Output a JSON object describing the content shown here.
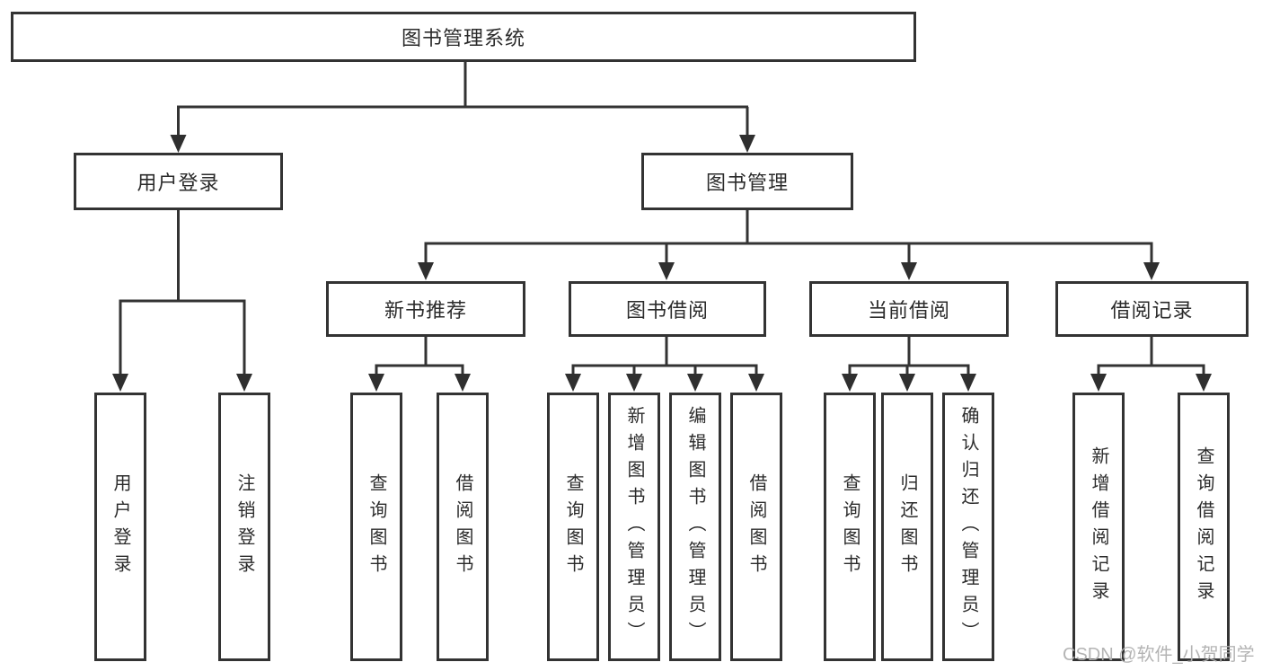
{
  "colors": {
    "line": "#333333",
    "box_border": "#333333",
    "text": "#2b2b2b",
    "watermark": "#b0b0b0"
  },
  "tree": {
    "root": {
      "label": "图书管理系统"
    },
    "branches": [
      {
        "label": "用户登录",
        "children": [
          {
            "label": "用户登录"
          },
          {
            "label": "注销登录"
          }
        ]
      },
      {
        "label": "图书管理",
        "children": [
          {
            "label": "新书推荐",
            "children": [
              {
                "label": "查询图书"
              },
              {
                "label": "借阅图书"
              }
            ]
          },
          {
            "label": "图书借阅",
            "children": [
              {
                "label": "查询图书"
              },
              {
                "label": "新增图书（管理员）"
              },
              {
                "label": "编辑图书（管理员）"
              },
              {
                "label": "借阅图书"
              }
            ]
          },
          {
            "label": "当前借阅",
            "children": [
              {
                "label": "查询图书"
              },
              {
                "label": "归还图书"
              },
              {
                "label": "确认归还（管理员）"
              }
            ]
          },
          {
            "label": "借阅记录",
            "children": [
              {
                "label": "新增借阅记录"
              },
              {
                "label": "查询借阅记录"
              }
            ]
          }
        ]
      }
    ]
  },
  "watermark": {
    "text": "CSDN @软件_小贺同学"
  }
}
